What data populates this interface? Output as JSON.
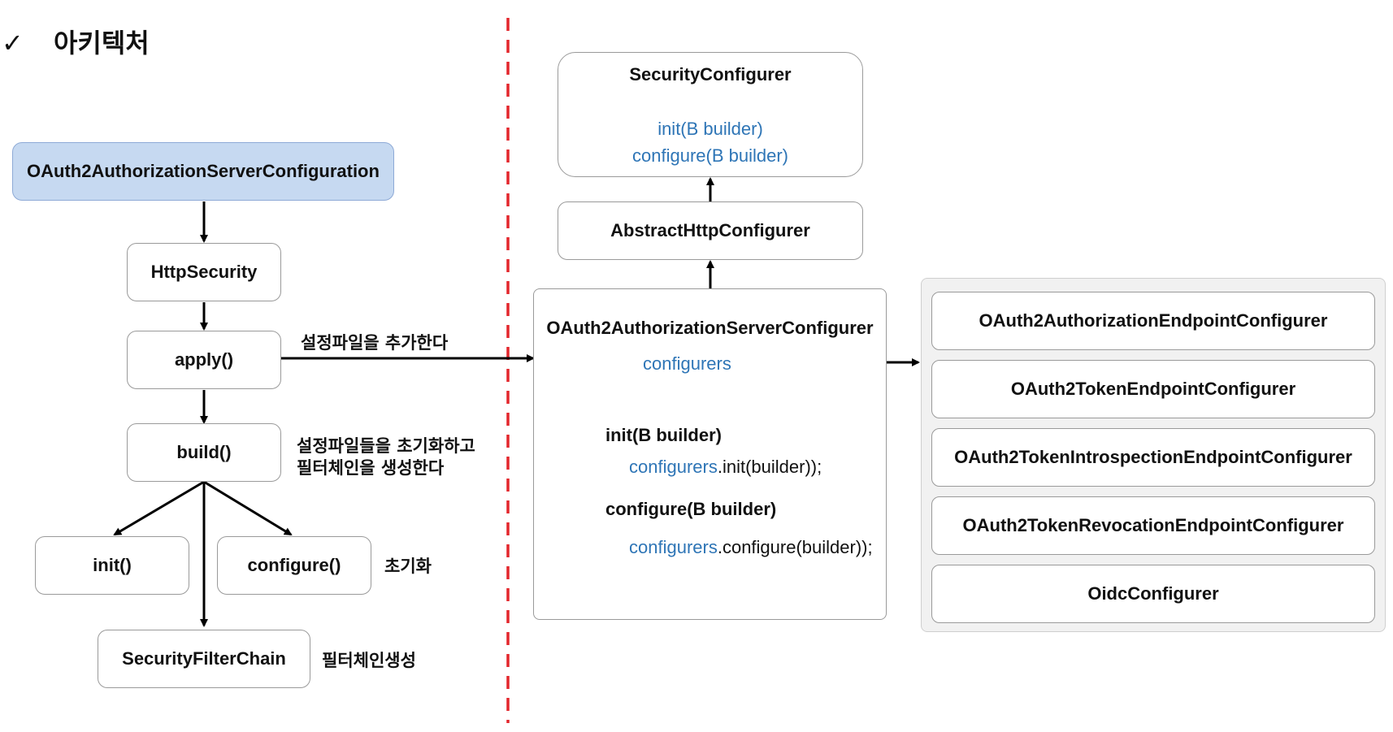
{
  "header": {
    "check": "✓",
    "title": "아키텍처"
  },
  "left": {
    "oauth_config": "OAuth2AuthorizationServerConfiguration",
    "http_security": "HttpSecurity",
    "apply": "apply()",
    "build": "build()",
    "init": "init()",
    "configure": "configure()",
    "filter_chain": "SecurityFilterChain",
    "label_apply": "설정파일을 추가한다",
    "label_build_line1": "설정파일들을 초기화하고",
    "label_build_line2": "필터체인을 생성한다",
    "label_init": "초기화",
    "label_chain": "필터체인생성"
  },
  "right": {
    "security_configurer": {
      "title": "SecurityConfigurer",
      "method1": "init(B builder)",
      "method2": "configure(B builder)"
    },
    "abstract_http_configurer": "AbstractHttpConfigurer",
    "server_configurer": {
      "title": "OAuth2AuthorizationServerConfigurer",
      "field": "configurers",
      "init_sig": "init(B builder)",
      "init_body_obj": "configurers",
      "init_body_call": ".init(builder));",
      "configure_sig": "configure(B builder)",
      "configure_body_obj": "configurers",
      "configure_body_call": ".configure(builder));"
    },
    "configurers_list": [
      "OAuth2AuthorizationEndpointConfigurer",
      "OAuth2TokenEndpointConfigurer",
      "OAuth2TokenIntrospectionEndpointConfigurer",
      "OAuth2TokenRevocationEndpointConfigurer",
      "OidcConfigurer"
    ]
  },
  "colors": {
    "accent_blue": "#2e75b6",
    "box_blue": "#c6d9f1",
    "divider_red": "#e3262c"
  }
}
